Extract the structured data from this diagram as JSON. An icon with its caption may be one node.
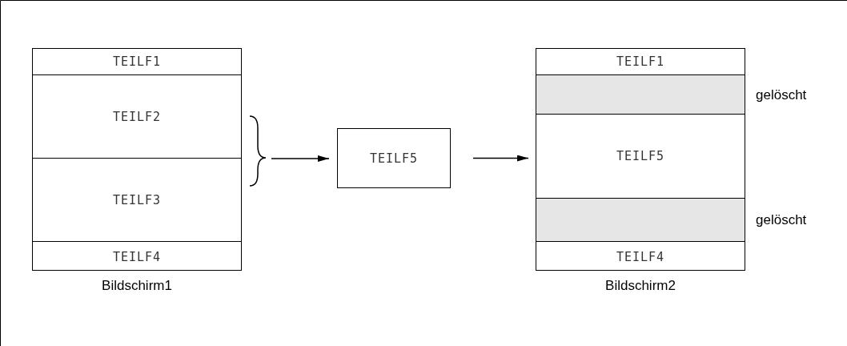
{
  "diagram": {
    "nodes": [
      {
        "text": [
          "Bildschirm1"
        ]
      },
      {
        "text": [
          "TEILF1"
        ],
        "in": 0
      },
      {
        "text": [
          "TEILF2"
        ],
        "in": 0
      },
      {
        "text": [
          "TEILF3"
        ],
        "in": 0
      },
      {
        "text": [
          "TEILF4"
        ],
        "in": 0
      },
      {
        "text": [
          "TEILF5"
        ]
      },
      {
        "text": [
          "Bildschirm2"
        ]
      },
      {
        "text": [
          "TEILF1"
        ],
        "in": 6
      },
      {
        "text": [],
        "shape": "box",
        "in": 6,
        "beside": [
          "gelöscht"
        ]
      },
      {
        "text": [
          "TEILF5"
        ],
        "in": 6
      },
      {
        "text": [],
        "shape": "box",
        "in": 6,
        "beside": [
          "gelöscht"
        ]
      },
      {
        "text": [
          "TEILF4"
        ],
        "in": 6
      }
    ],
    "edges": [
      {
        "from": 2,
        "to": 5,
        "arrow": "to"
      },
      {
        "from": 3,
        "to": 5,
        "arrow": "to"
      },
      {
        "from": 5,
        "to": 9,
        "arrow": "to"
      }
    ]
  }
}
